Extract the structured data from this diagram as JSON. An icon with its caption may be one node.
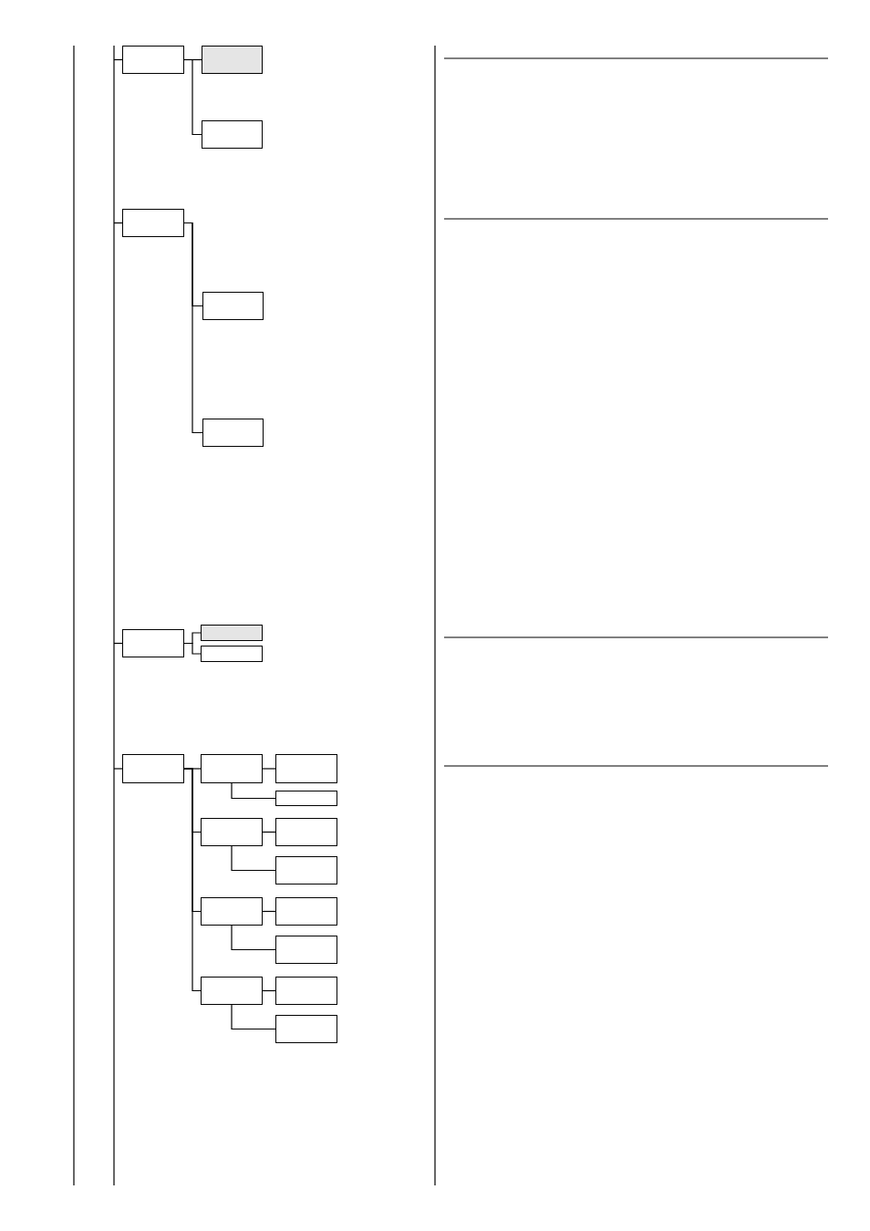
{
  "diagram": {
    "nodes": [
      {
        "text": [],
        "shape": "box"
      },
      {
        "text": [],
        "shape": "box"
      },
      {
        "text": [],
        "shape": "box"
      },
      {
        "text": [],
        "shape": "box"
      },
      {
        "text": [],
        "shape": "box"
      },
      {
        "text": [],
        "shape": "box"
      },
      {
        "text": [],
        "shape": "box"
      },
      {
        "text": [],
        "shape": "box"
      },
      {
        "text": [],
        "shape": "box"
      },
      {
        "text": [],
        "shape": "box"
      },
      {
        "text": [],
        "shape": "box"
      },
      {
        "text": [],
        "shape": "box"
      },
      {
        "text": [],
        "shape": "box"
      },
      {
        "text": [],
        "shape": "box"
      },
      {
        "text": [],
        "shape": "box"
      },
      {
        "text": [],
        "shape": "box"
      },
      {
        "text": [],
        "shape": "box"
      },
      {
        "text": [],
        "shape": "box"
      },
      {
        "text": [],
        "shape": "box"
      },
      {
        "text": [],
        "shape": "box"
      },
      {
        "text": [],
        "shape": "box"
      },
      {
        "text": [],
        "shape": "box"
      }
    ],
    "edges": [
      {
        "from": null,
        "to": 0,
        "arrow": "none"
      },
      {
        "from": null,
        "to": 3,
        "arrow": "none"
      },
      {
        "from": null,
        "to": 6,
        "arrow": "none"
      },
      {
        "from": null,
        "to": 9,
        "arrow": "none"
      },
      {
        "from": 0,
        "to": 1,
        "arrow": "none"
      },
      {
        "from": 0,
        "to": 2,
        "arrow": "none"
      },
      {
        "from": 3,
        "to": 4,
        "arrow": "none"
      },
      {
        "from": 3,
        "to": 5,
        "arrow": "none"
      },
      {
        "from": 6,
        "to": 7,
        "arrow": "none"
      },
      {
        "from": 6,
        "to": 8,
        "arrow": "none"
      },
      {
        "from": 9,
        "to": 10,
        "arrow": "none"
      },
      {
        "from": 9,
        "to": 13,
        "arrow": "none"
      },
      {
        "from": 9,
        "to": 16,
        "arrow": "none"
      },
      {
        "from": 9,
        "to": 19,
        "arrow": "none"
      },
      {
        "from": 10,
        "to": 11,
        "arrow": "none"
      },
      {
        "from": 10,
        "to": 12,
        "arrow": "none"
      },
      {
        "from": 13,
        "to": 14,
        "arrow": "none"
      },
      {
        "from": 13,
        "to": 15,
        "arrow": "none"
      },
      {
        "from": 16,
        "to": 17,
        "arrow": "none"
      },
      {
        "from": 16,
        "to": 18,
        "arrow": "none"
      },
      {
        "from": 19,
        "to": 20,
        "arrow": "none"
      },
      {
        "from": 19,
        "to": 21,
        "arrow": "none"
      }
    ]
  }
}
